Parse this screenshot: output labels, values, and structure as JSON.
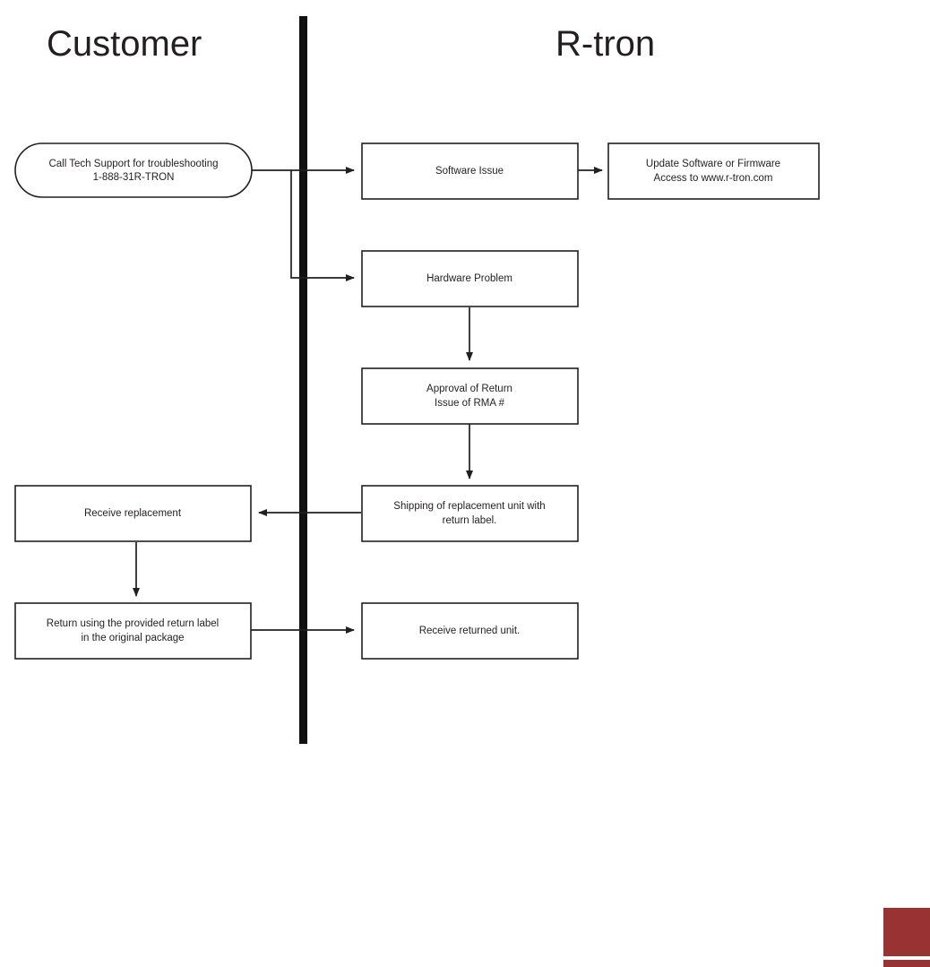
{
  "diagram": {
    "title_lanes": [
      {
        "id": "customer",
        "label": "Customer"
      },
      {
        "id": "rtron",
        "label": "R-tron"
      }
    ],
    "nodes": [
      {
        "id": "call-tech-support",
        "shape": "rounded",
        "lane": "customer",
        "lines": [
          "Call Tech Support for troubleshooting",
          "1-888-31R-TRON"
        ]
      },
      {
        "id": "software-issue",
        "shape": "rect",
        "lane": "rtron",
        "lines": [
          "Software Issue"
        ]
      },
      {
        "id": "update-software-firmware",
        "shape": "rect",
        "lane": "rtron",
        "lines": [
          "Update Software or Firmware",
          "Access to www.r-tron.com"
        ]
      },
      {
        "id": "hardware-problem",
        "shape": "rect",
        "lane": "rtron",
        "lines": [
          "Hardware Problem"
        ]
      },
      {
        "id": "approval-of-return",
        "shape": "rect",
        "lane": "rtron",
        "lines": [
          "Approval of Return",
          "Issue of RMA #"
        ]
      },
      {
        "id": "shipping-replacement",
        "shape": "rect",
        "lane": "rtron",
        "lines": [
          "Shipping of replacement unit with",
          "return label."
        ]
      },
      {
        "id": "receive-replacement",
        "shape": "rect",
        "lane": "customer",
        "lines": [
          "Receive replacement"
        ]
      },
      {
        "id": "return-using-label",
        "shape": "rect",
        "lane": "customer",
        "lines": [
          "Return using the provided return label",
          "in the original package"
        ]
      },
      {
        "id": "receive-returned-unit",
        "shape": "rect",
        "lane": "rtron",
        "lines": [
          "Receive returned unit."
        ]
      }
    ],
    "edges": [
      {
        "id": "call-to-software",
        "from": "call-tech-support",
        "to": "software-issue",
        "direction": "right"
      },
      {
        "id": "call-to-hardware",
        "from": "call-tech-support",
        "to": "hardware-problem",
        "direction": "right"
      },
      {
        "id": "software-to-update",
        "from": "software-issue",
        "to": "update-software-firmware",
        "direction": "right"
      },
      {
        "id": "hardware-to-approval",
        "from": "hardware-problem",
        "to": "approval-of-return",
        "direction": "down"
      },
      {
        "id": "approval-to-shipping",
        "from": "approval-of-return",
        "to": "shipping-replacement",
        "direction": "down"
      },
      {
        "id": "shipping-to-receive",
        "from": "shipping-replacement",
        "to": "receive-replacement",
        "direction": "left"
      },
      {
        "id": "receive-to-return",
        "from": "receive-replacement",
        "to": "return-using-label",
        "direction": "down"
      },
      {
        "id": "return-to-received",
        "from": "return-using-label",
        "to": "receive-returned-unit",
        "direction": "right"
      }
    ],
    "lane_divider": {
      "id": "lane-divider",
      "color": "#111111"
    },
    "logo": {
      "id": "corner-logo",
      "color": "#993333"
    }
  }
}
